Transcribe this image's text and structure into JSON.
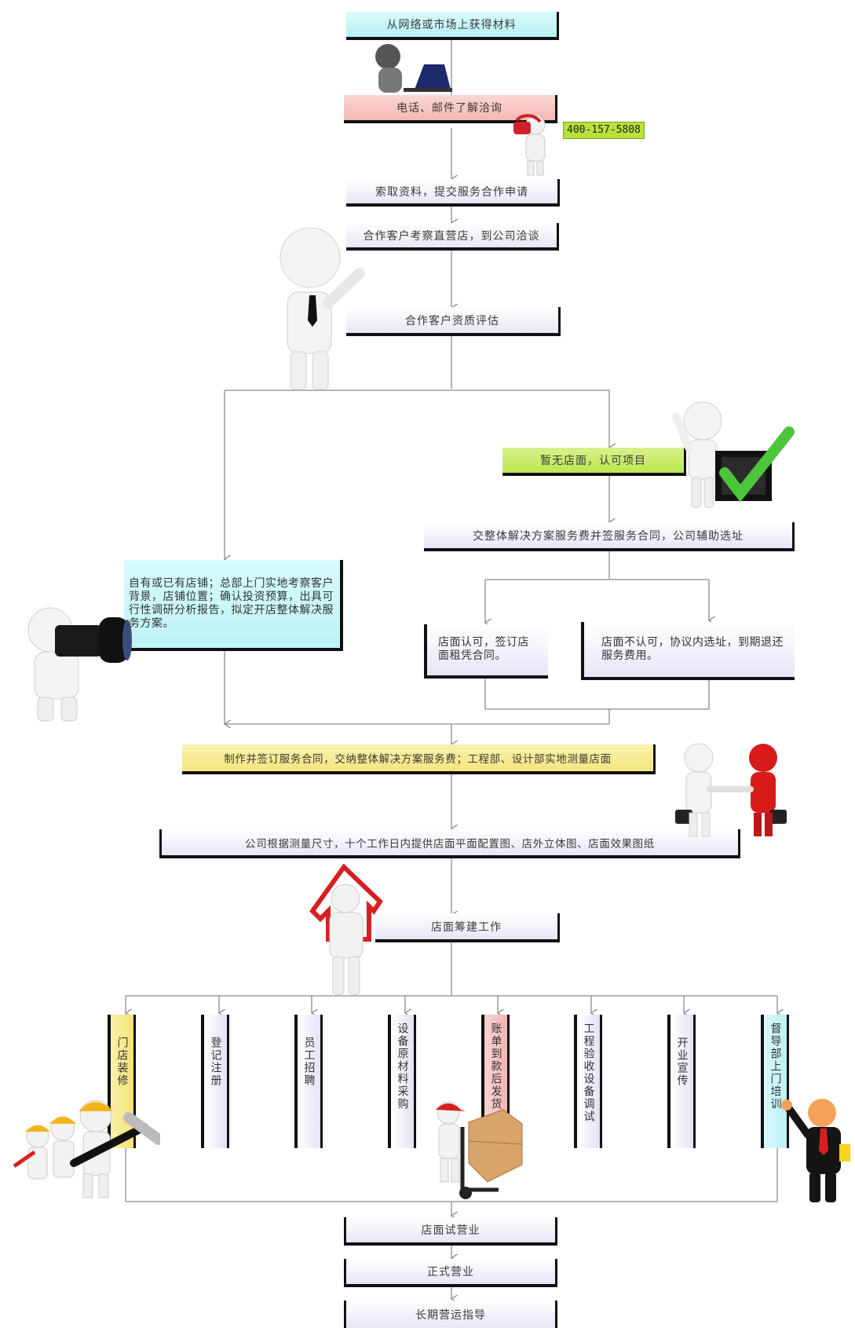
{
  "steps": {
    "s1": "从网络或市场上获得材料",
    "s2": "电话、邮件了解洽询",
    "phone": "400-157-5808",
    "s3": "索取资料，提交服务合作申请",
    "s4": "合作客户考察直营店，到公司洽谈",
    "s5": "合作客户资质评估",
    "s6": "暂无店面，认可项目",
    "s7": "交整体解决方案服务费并签服务合同，公司辅助选址",
    "s8": "自有或已有店铺；总部上门实地考察客户背景，店铺位置；确认投资预算，出具可行性调研分析报告，拟定开店整体解决服务方案。",
    "s9": "店面认可，签订店面租凭合同。",
    "s10": "店面不认可，协议内选址，到期退还服务费用。",
    "s11": "制作并签订服务合同，交纳整体解决方案服务费；工程部、设计部实地测量店面",
    "s12": "公司根据测量尺寸，十个工作日内提供店面平面配置图、店外立体图、店面效果图纸",
    "s13": "店面筹建工作",
    "s14": "店面试营业",
    "s15": "正式营业",
    "s16": "长期营运指导"
  },
  "branches": [
    {
      "label": "门店装修",
      "color": "#f7ec9a"
    },
    {
      "label": "登记注册",
      "color": "#e6e6f7"
    },
    {
      "label": "员工招聘",
      "color": "#e6e6f7"
    },
    {
      "label": "设备原材料采购",
      "color": "#e6e6f7"
    },
    {
      "label": "账单到款后发货",
      "color": "#f6c3c1"
    },
    {
      "label": "工程验收设备调试",
      "color": "#e6e6f7"
    },
    {
      "label": "开业宣传",
      "color": "#e6e6f7"
    },
    {
      "label": "督导部上门培训",
      "color": "#cdf3f5"
    }
  ],
  "colors": {
    "cyan": "#bff2f6",
    "pink": "#f7c6c3",
    "lime": "#c2ea58",
    "yellow": "#f7ea8c",
    "lavender": "#e6e6f7",
    "line": "#888888"
  }
}
